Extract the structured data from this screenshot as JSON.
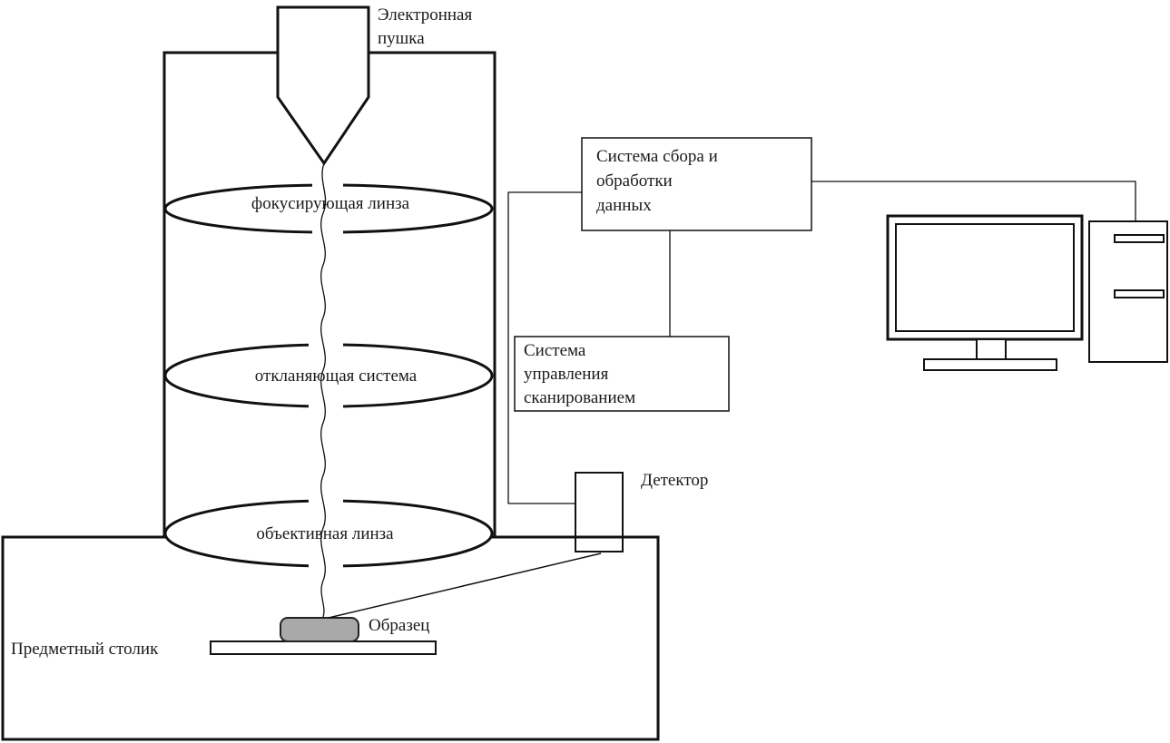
{
  "labels": {
    "electron_gun": [
      "Электронная",
      "пушка"
    ],
    "focusing_lens": "фокусирующая линза",
    "deflecting_system": "откланяющая система",
    "objective_lens": "объективная линза",
    "data_system": [
      "Система сбора и",
      "обработки",
      "данных"
    ],
    "scan_control": [
      "Система",
      "управления",
      "сканированием"
    ],
    "detector": "Детектор",
    "sample": "Образец",
    "stage": "Предметный столик"
  },
  "colors": {
    "line": "#111111",
    "sample_fill": "#a9a9a9",
    "background": "#ffffff"
  }
}
